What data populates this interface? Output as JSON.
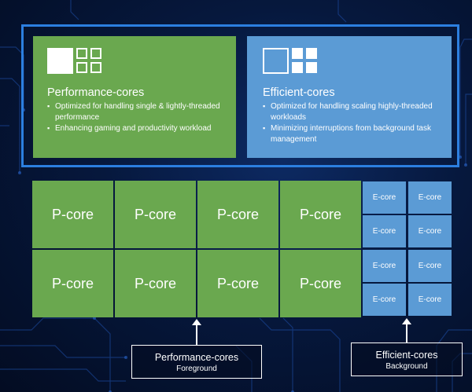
{
  "performance_panel": {
    "title": "Performance-cores",
    "bullets": [
      "Optimized for handling single & lightly-threaded performance",
      "Enhancing gaming and productivity workload"
    ]
  },
  "efficient_panel": {
    "title": "Efficient-cores",
    "bullets": [
      "Optimized for handling scaling highly-threaded workloads",
      "Minimizing interruptions from background task management"
    ]
  },
  "core_grid": {
    "p_core_label": "P-core",
    "e_core_label": "E-core"
  },
  "labels": {
    "performance": {
      "title": "Performance-cores",
      "subtitle": "Foreground"
    },
    "efficient": {
      "title": "Efficient-cores",
      "subtitle": "Background"
    }
  },
  "colors": {
    "p_core": "#6aa84f",
    "e_core": "#5b9bd5",
    "frame": "#2c7fe0",
    "background": "#06183d"
  },
  "icons": [
    "core-block-icon"
  ]
}
